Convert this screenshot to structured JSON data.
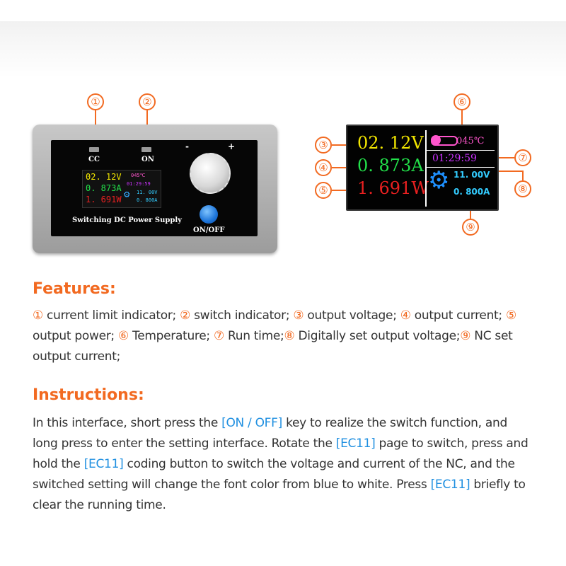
{
  "callouts": {
    "c1": "①",
    "c2": "②",
    "c3": "③",
    "c4": "④",
    "c5": "⑤",
    "c6": "⑥",
    "c7": "⑦",
    "c8": "⑧",
    "c9": "⑨"
  },
  "device": {
    "cc_label": "CC",
    "on_label": "ON",
    "minus": "-",
    "plus": "+",
    "onoff_label": "ON/OFF",
    "caption": "Switching DC Power Supply",
    "mini_voltage": "02. 12V",
    "mini_current": "0. 873A",
    "mini_power": "1. 691W",
    "mini_temp": "045℃",
    "mini_time": "01:29:59",
    "mini_set_voltage": "11. 00V",
    "mini_set_current": "0. 800A"
  },
  "screen": {
    "voltage": "02. 12V",
    "current": "0. 873A",
    "power": "1. 691W",
    "temperature": "045℃",
    "run_time": "01:29:59",
    "set_voltage": "11. 00V",
    "set_current": "0. 800A",
    "thermometer_icon": "thermometer-icon",
    "gear_icon": "gear-icon",
    "colors": {
      "voltage": "#f2e600",
      "current": "#22e04a",
      "power": "#e82020",
      "temperature": "#ff55cc",
      "run_time": "#cc33ff",
      "set_values": "#33ccff"
    }
  },
  "features": {
    "title": "Features:",
    "items": [
      {
        "num": "①",
        "text": " current limit indicator; "
      },
      {
        "num": "②",
        "text": " switch indicator; "
      },
      {
        "num": "③",
        "text": " output voltage; "
      },
      {
        "num": "④",
        "text": "  output current; "
      },
      {
        "num": "⑤",
        "text": " output power; "
      },
      {
        "num": "⑥",
        "text": "  Temperature; "
      },
      {
        "num": "⑦",
        "text": "  Run time;"
      },
      {
        "num": "⑧",
        "text": "  Digitally set output voltage;"
      },
      {
        "num": "⑨",
        "text": "  NC set output current;"
      }
    ]
  },
  "instructions": {
    "title": "Instructions:",
    "t1": "In this interface, short press the ",
    "k1": "[ON / OFF]",
    "t2": " key to realize the switch function, and long press to enter the setting interface. Rotate the ",
    "k2": "[EC11]",
    "t3": " page to switch, press and hold the ",
    "k3": "[EC11]",
    "t4": " coding button to switch the voltage and current of the NC, and the switched setting will change the font color from blue to white. Press ",
    "k4": "[EC11]",
    "t5": " briefly to clear the running time."
  },
  "accent_color": "#f26a21",
  "key_color": "#1f8fe0"
}
